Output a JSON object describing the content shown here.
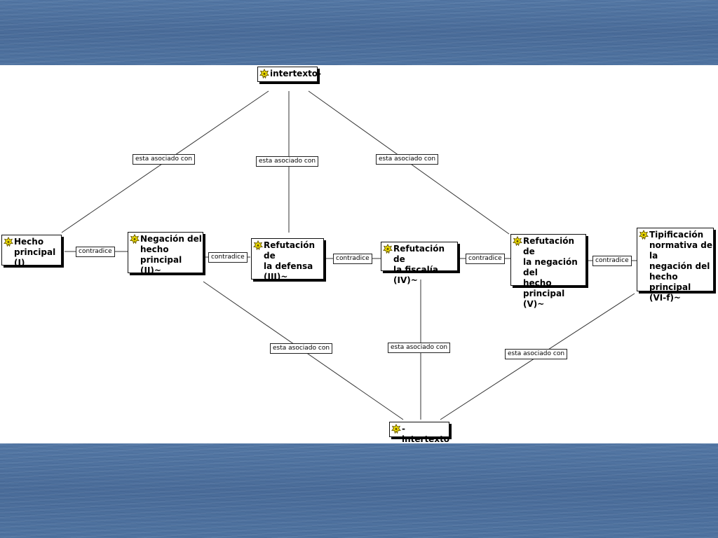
{
  "nodes": {
    "top": "intertexto-",
    "n1": "Hecho\nprincipal (I)",
    "n2": "Negación del\nhecho principal\n(II)~",
    "n3": "Refutación de\nla defensa\n(III)~",
    "n4": "Refutación de\nla fiscalía (IV)~",
    "n5": "Refutación de\nla negación del\nhecho principal\n(V)~",
    "n6": "Tipificación\nnormativa de la\nnegación del\nhecho principal\n(VI-f)~",
    "bottom": "-intertexto"
  },
  "relations": {
    "associated": "esta asociado con",
    "contradicts": "contradice"
  },
  "edges": [
    {
      "from": "top",
      "to": "n1",
      "label": "esta asociado con"
    },
    {
      "from": "top",
      "to": "n3",
      "label": "esta asociado con"
    },
    {
      "from": "top",
      "to": "n5",
      "label": "esta asociado con"
    },
    {
      "from": "n1",
      "to": "n2",
      "label": "contradice"
    },
    {
      "from": "n2",
      "to": "n3",
      "label": "contradice"
    },
    {
      "from": "n3",
      "to": "n4",
      "label": "contradice"
    },
    {
      "from": "n4",
      "to": "n5",
      "label": "contradice"
    },
    {
      "from": "n5",
      "to": "n6",
      "label": "contradice"
    },
    {
      "from": "n2",
      "to": "bottom",
      "label": "esta asociado con"
    },
    {
      "from": "n4",
      "to": "bottom",
      "label": "esta asociado con"
    },
    {
      "from": "n6",
      "to": "bottom",
      "label": "esta asociado con"
    }
  ],
  "colors": {
    "background_band": "#4c6f9d",
    "canvas": "#ffffff",
    "icon_fill": "#f5e400",
    "icon_stroke": "#6a5a00"
  },
  "icon": "concept-badge-icon"
}
